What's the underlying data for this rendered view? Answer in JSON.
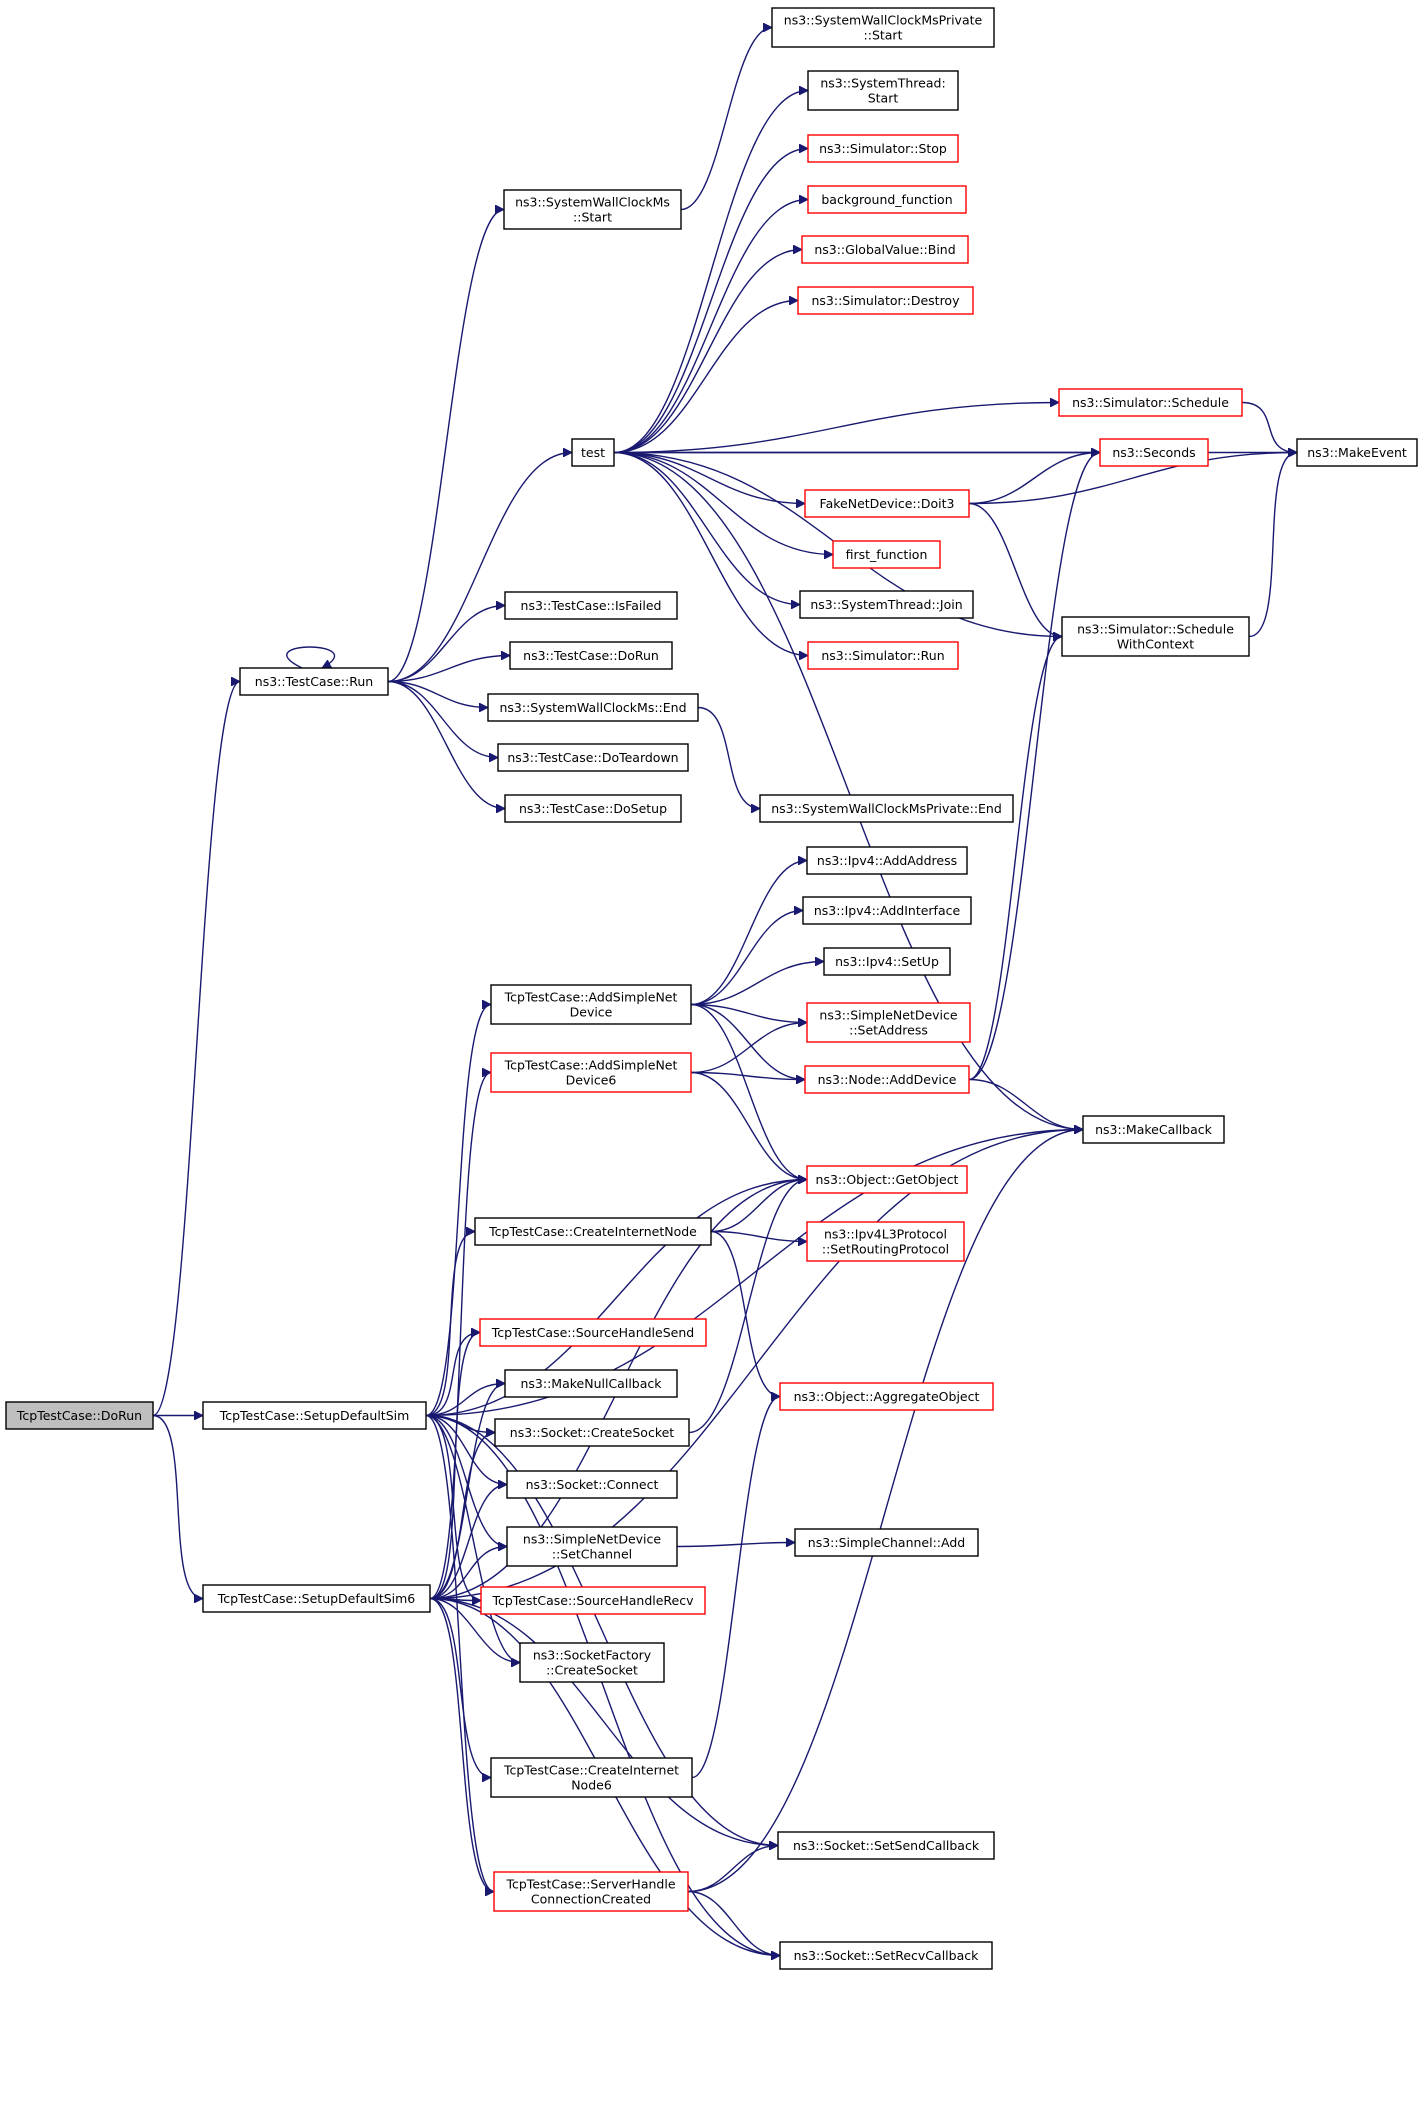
{
  "colors": {
    "edge": "#191970",
    "border_default": "#000000",
    "border_highlight": "#ff0000",
    "root_fill": "#bfbfbf",
    "node_fill": "#ffffff"
  },
  "nodes": [
    {
      "id": "dorun",
      "lines": [
        "TcpTestCase::DoRun"
      ],
      "style": "root"
    },
    {
      "id": "sds",
      "lines": [
        "TcpTestCase::SetupDefaultSim"
      ],
      "style": "normal"
    },
    {
      "id": "sds6",
      "lines": [
        "TcpTestCase::SetupDefaultSim6"
      ],
      "style": "normal"
    },
    {
      "id": "tcrun",
      "lines": [
        "ns3::TestCase::Run"
      ],
      "style": "normal"
    },
    {
      "id": "swcstart",
      "lines": [
        "ns3::SystemWallClockMs",
        "::Start"
      ],
      "style": "normal"
    },
    {
      "id": "swcpstart",
      "lines": [
        "ns3::SystemWallClockMsPrivate",
        "::Start"
      ],
      "style": "normal"
    },
    {
      "id": "test",
      "lines": [
        "test"
      ],
      "style": "normal"
    },
    {
      "id": "ststart",
      "lines": [
        "ns3::SystemThread:",
        "Start"
      ],
      "style": "normal"
    },
    {
      "id": "simstop",
      "lines": [
        "ns3::Simulator::Stop"
      ],
      "style": "highlight"
    },
    {
      "id": "bgfunc",
      "lines": [
        "background_function"
      ],
      "style": "highlight"
    },
    {
      "id": "gvbind",
      "lines": [
        "ns3::GlobalValue::Bind"
      ],
      "style": "highlight"
    },
    {
      "id": "simdestroy",
      "lines": [
        "ns3::Simulator::Destroy"
      ],
      "style": "highlight"
    },
    {
      "id": "simsched",
      "lines": [
        "ns3::Simulator::Schedule"
      ],
      "style": "highlight"
    },
    {
      "id": "seconds",
      "lines": [
        "ns3::Seconds"
      ],
      "style": "highlight"
    },
    {
      "id": "makeevent",
      "lines": [
        "ns3::MakeEvent"
      ],
      "style": "normal"
    },
    {
      "id": "doit3",
      "lines": [
        "FakeNetDevice::Doit3"
      ],
      "style": "highlight"
    },
    {
      "id": "firstfunc",
      "lines": [
        "first_function"
      ],
      "style": "highlight"
    },
    {
      "id": "stjoin",
      "lines": [
        "ns3::SystemThread::Join"
      ],
      "style": "normal"
    },
    {
      "id": "simrun",
      "lines": [
        "ns3::Simulator::Run"
      ],
      "style": "highlight"
    },
    {
      "id": "schedctx",
      "lines": [
        "ns3::Simulator::Schedule",
        "WithContext"
      ],
      "style": "normal"
    },
    {
      "id": "isfailed",
      "lines": [
        "ns3::TestCase::IsFailed"
      ],
      "style": "normal"
    },
    {
      "id": "tcdorun",
      "lines": [
        "ns3::TestCase::DoRun"
      ],
      "style": "normal"
    },
    {
      "id": "swcend",
      "lines": [
        "ns3::SystemWallClockMs::End"
      ],
      "style": "normal"
    },
    {
      "id": "teardown",
      "lines": [
        "ns3::TestCase::DoTeardown"
      ],
      "style": "normal"
    },
    {
      "id": "dosetup",
      "lines": [
        "ns3::TestCase::DoSetup"
      ],
      "style": "normal"
    },
    {
      "id": "swcpend",
      "lines": [
        "ns3::SystemWallClockMsPrivate::End"
      ],
      "style": "normal"
    },
    {
      "id": "ipv4addaddr",
      "lines": [
        "ns3::Ipv4::AddAddress"
      ],
      "style": "normal"
    },
    {
      "id": "ipv4addif",
      "lines": [
        "ns3::Ipv4::AddInterface"
      ],
      "style": "normal"
    },
    {
      "id": "ipv4setup",
      "lines": [
        "ns3::Ipv4::SetUp"
      ],
      "style": "normal"
    },
    {
      "id": "addsnd",
      "lines": [
        "TcpTestCase::AddSimpleNet",
        "Device"
      ],
      "style": "normal"
    },
    {
      "id": "sndsetaddr",
      "lines": [
        "ns3::SimpleNetDevice",
        "::SetAddress"
      ],
      "style": "highlight"
    },
    {
      "id": "addsnd6",
      "lines": [
        "TcpTestCase::AddSimpleNet",
        "Device6"
      ],
      "style": "highlight"
    },
    {
      "id": "nodeadddev",
      "lines": [
        "ns3::Node::AddDevice"
      ],
      "style": "highlight"
    },
    {
      "id": "makecallback",
      "lines": [
        "ns3::MakeCallback"
      ],
      "style": "normal"
    },
    {
      "id": "getobject",
      "lines": [
        "ns3::Object::GetObject"
      ],
      "style": "highlight"
    },
    {
      "id": "cin",
      "lines": [
        "TcpTestCase::CreateInternetNode"
      ],
      "style": "normal"
    },
    {
      "id": "setrouting",
      "lines": [
        "ns3::Ipv4L3Protocol",
        "::SetRoutingProtocol"
      ],
      "style": "highlight"
    },
    {
      "id": "shsend",
      "lines": [
        "TcpTestCase::SourceHandleSend"
      ],
      "style": "highlight"
    },
    {
      "id": "makenullcb",
      "lines": [
        "ns3::MakeNullCallback"
      ],
      "style": "normal"
    },
    {
      "id": "aggregate",
      "lines": [
        "ns3::Object::AggregateObject"
      ],
      "style": "highlight"
    },
    {
      "id": "createsocket",
      "lines": [
        "ns3::Socket::CreateSocket"
      ],
      "style": "normal"
    },
    {
      "id": "connect",
      "lines": [
        "ns3::Socket::Connect"
      ],
      "style": "normal"
    },
    {
      "id": "sndsetch",
      "lines": [
        "ns3::SimpleNetDevice",
        "::SetChannel"
      ],
      "style": "normal"
    },
    {
      "id": "scadd",
      "lines": [
        "ns3::SimpleChannel::Add"
      ],
      "style": "normal"
    },
    {
      "id": "shrecv",
      "lines": [
        "TcpTestCase::SourceHandleRecv"
      ],
      "style": "highlight"
    },
    {
      "id": "sfcreate",
      "lines": [
        "ns3::SocketFactory",
        "::CreateSocket"
      ],
      "style": "normal"
    },
    {
      "id": "cin6",
      "lines": [
        "TcpTestCase::CreateInternet",
        "Node6"
      ],
      "style": "normal"
    },
    {
      "id": "setsendcb",
      "lines": [
        "ns3::Socket::SetSendCallback"
      ],
      "style": "normal"
    },
    {
      "id": "shcc",
      "lines": [
        "TcpTestCase::ServerHandle",
        "ConnectionCreated"
      ],
      "style": "highlight"
    },
    {
      "id": "setrecvcb",
      "lines": [
        "ns3::Socket::SetRecvCallback"
      ],
      "style": "normal"
    }
  ],
  "edges": [
    [
      "dorun",
      "sds"
    ],
    [
      "dorun",
      "sds6"
    ],
    [
      "dorun",
      "tcrun"
    ],
    [
      "tcrun",
      "tcrun"
    ],
    [
      "tcrun",
      "swcstart"
    ],
    [
      "tcrun",
      "test"
    ],
    [
      "tcrun",
      "isfailed"
    ],
    [
      "tcrun",
      "tcdorun"
    ],
    [
      "tcrun",
      "swcend"
    ],
    [
      "tcrun",
      "teardown"
    ],
    [
      "tcrun",
      "dosetup"
    ],
    [
      "swcstart",
      "swcpstart"
    ],
    [
      "swcend",
      "swcpend"
    ],
    [
      "test",
      "ststart"
    ],
    [
      "test",
      "simstop"
    ],
    [
      "test",
      "bgfunc"
    ],
    [
      "test",
      "gvbind"
    ],
    [
      "test",
      "simdestroy"
    ],
    [
      "test",
      "makeevent"
    ],
    [
      "test",
      "simsched"
    ],
    [
      "test",
      "seconds"
    ],
    [
      "test",
      "doit3"
    ],
    [
      "test",
      "firstfunc"
    ],
    [
      "test",
      "stjoin"
    ],
    [
      "test",
      "simrun"
    ],
    [
      "test",
      "schedctx"
    ],
    [
      "test",
      "makecallback"
    ],
    [
      "simsched",
      "makeevent"
    ],
    [
      "doit3",
      "seconds"
    ],
    [
      "doit3",
      "makeevent"
    ],
    [
      "doit3",
      "schedctx"
    ],
    [
      "schedctx",
      "makeevent"
    ],
    [
      "addsnd",
      "ipv4addaddr"
    ],
    [
      "addsnd",
      "ipv4addif"
    ],
    [
      "addsnd",
      "ipv4setup"
    ],
    [
      "addsnd",
      "sndsetaddr"
    ],
    [
      "addsnd",
      "nodeadddev"
    ],
    [
      "addsnd",
      "getobject"
    ],
    [
      "addsnd6",
      "sndsetaddr"
    ],
    [
      "addsnd6",
      "nodeadddev"
    ],
    [
      "addsnd6",
      "getobject"
    ],
    [
      "nodeadddev",
      "seconds"
    ],
    [
      "nodeadddev",
      "schedctx"
    ],
    [
      "nodeadddev",
      "makecallback"
    ],
    [
      "cin",
      "getobject"
    ],
    [
      "cin",
      "setrouting"
    ],
    [
      "cin",
      "aggregate"
    ],
    [
      "createsocket",
      "getobject"
    ],
    [
      "cin6",
      "aggregate"
    ],
    [
      "sndsetch",
      "scadd"
    ],
    [
      "sds",
      "addsnd"
    ],
    [
      "sds",
      "makecallback"
    ],
    [
      "sds",
      "getobject"
    ],
    [
      "sds",
      "cin"
    ],
    [
      "sds",
      "setsendcb"
    ],
    [
      "sds",
      "shsend"
    ],
    [
      "sds",
      "makenullcb"
    ],
    [
      "sds",
      "createsocket"
    ],
    [
      "sds",
      "connect"
    ],
    [
      "sds",
      "sndsetch"
    ],
    [
      "sds",
      "shrecv"
    ],
    [
      "sds",
      "sfcreate"
    ],
    [
      "sds",
      "shcc"
    ],
    [
      "sds",
      "setrecvcb"
    ],
    [
      "sds6",
      "addsnd6"
    ],
    [
      "sds6",
      "shsend"
    ],
    [
      "sds6",
      "makenullcb"
    ],
    [
      "sds6",
      "createsocket"
    ],
    [
      "sds6",
      "connect"
    ],
    [
      "sds6",
      "sndsetch"
    ],
    [
      "sds6",
      "shrecv"
    ],
    [
      "sds6",
      "sfcreate"
    ],
    [
      "sds6",
      "cin6"
    ],
    [
      "sds6",
      "setsendcb"
    ],
    [
      "sds6",
      "shcc"
    ],
    [
      "sds6",
      "setrecvcb"
    ],
    [
      "sds6",
      "makecallback"
    ],
    [
      "sds6",
      "getobject"
    ],
    [
      "shcc",
      "setsendcb"
    ],
    [
      "shcc",
      "setrecvcb"
    ],
    [
      "shcc",
      "makecallback"
    ]
  ]
}
